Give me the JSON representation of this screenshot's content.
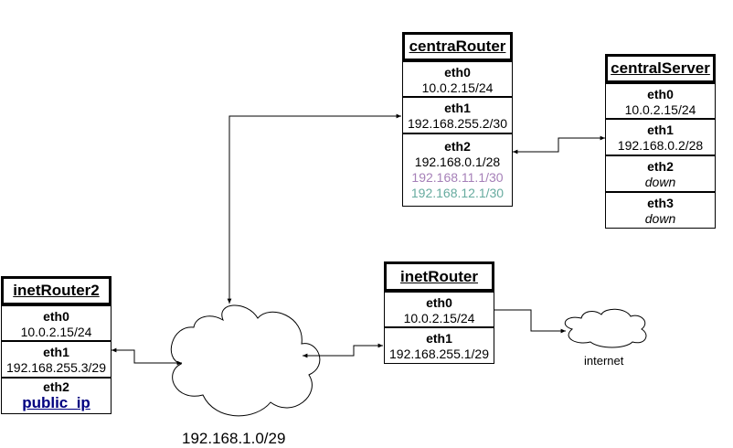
{
  "centraRouter": {
    "title": "centraRouter",
    "eth0": {
      "name": "eth0",
      "ip": "10.0.2.15/24"
    },
    "eth1": {
      "name": "eth1",
      "ip": "192.168.255.2/30"
    },
    "eth2": {
      "name": "eth2",
      "ip": "192.168.0.1/28",
      "ip2": "192.168.11.1/30",
      "ip3": "192.168.12.1/30"
    }
  },
  "centralServer": {
    "title": "centralServer",
    "eth0": {
      "name": "eth0",
      "ip": "10.0.2.15/24"
    },
    "eth1": {
      "name": "eth1",
      "ip": "192.168.0.2/28"
    },
    "eth2": {
      "name": "eth2",
      "state": "down"
    },
    "eth3": {
      "name": "eth3",
      "state": "down"
    }
  },
  "inetRouter": {
    "title": "inetRouter",
    "eth0": {
      "name": "eth0",
      "ip": "10.0.2.15/24"
    },
    "eth1": {
      "name": "eth1",
      "ip": "192.168.255.1/29"
    }
  },
  "inetRouter2": {
    "title": "inetRouter2",
    "eth0": {
      "name": "eth0",
      "ip": "10.0.2.15/24"
    },
    "eth1": {
      "name": "eth1",
      "ip": "192.168.255.3/29"
    },
    "eth2": {
      "name": "eth2",
      "ip": "public_ip"
    }
  },
  "network": {
    "label": "192.168.1.0/29"
  },
  "internet": {
    "label": "internet"
  },
  "colors": {
    "purple": "#A680B8",
    "teal": "#67AB9F",
    "navy": "#000080"
  }
}
